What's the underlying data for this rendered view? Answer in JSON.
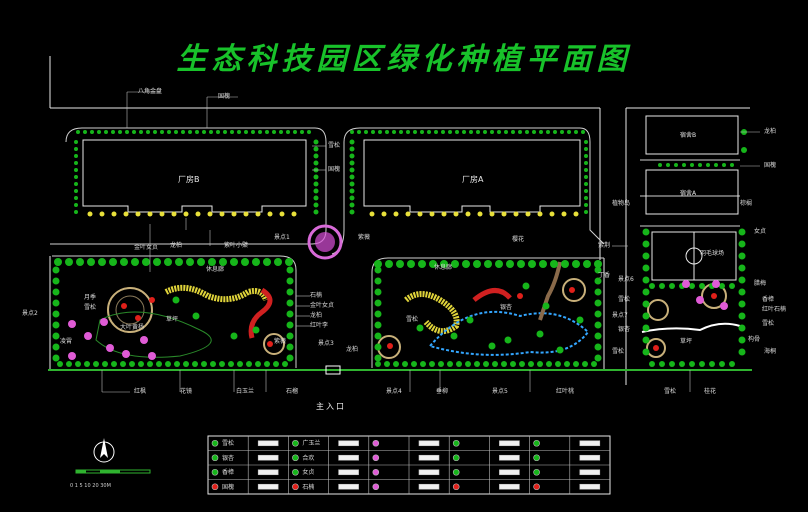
{
  "title": "生态科技园区绿化种植平面图",
  "buildings": {
    "plant_b": "厂房B",
    "plant_a": "厂房A",
    "dorm_b": "宿舍B",
    "dorm_a": "宿舍A"
  },
  "entrance": "主入口",
  "scale_ticks": "0 1 5   10      20      30M",
  "labels": {
    "l1": "八角金盘",
    "l2": "国槐",
    "l3": "雪松",
    "l4": "国槐",
    "l5": "金叶女贞",
    "l6": "龙柏",
    "l7": "紫叶小檗",
    "l8": "紫薇",
    "l9": "石楠",
    "l10": "金叶女贞",
    "l11": "龙柏",
    "l12": "红叶李",
    "l13": "景点1",
    "l14": "草坪",
    "l15": "景点2",
    "l16": "景点3",
    "l17": "月季",
    "l18": "景点4",
    "l19": "景点5",
    "l20": "景点6",
    "l21": "景点7",
    "l22": "雪松",
    "l23": "龙柏",
    "l24": "红枫",
    "l25": "花镜",
    "l26": "白玉兰",
    "l27": "石榴",
    "l28": "垂柳",
    "l29": "红叶桃",
    "l30": "樱花",
    "l31": "紫荆",
    "l32": "雪松",
    "l33": "银杏",
    "l34": "雪松",
    "l35": "龙柏",
    "l36": "国槐",
    "l37": "女贞",
    "l38": "腊梅",
    "l39": "香樟",
    "l40": "红叶石楠",
    "l41": "雪松",
    "l42": "构骨",
    "l43": "海桐",
    "l44": "桂花",
    "l45": "雪松",
    "l46": "紫薇",
    "l47": "银杏",
    "l48": "丁香",
    "l49": "凌霄",
    "l50": "棕榈",
    "l51": "大叶黄杨",
    "l52": "雪松",
    "l53": "草坪",
    "l54": "休息廊",
    "l55": "休息廊",
    "l56": "羽毛球场",
    "l57": "植物岛"
  },
  "legend_rows": [
    [
      "雪松",
      "",
      "广玉兰",
      "",
      "",
      "",
      "",
      "",
      "",
      ""
    ],
    [
      "银杏",
      "",
      "合欢",
      "",
      "",
      "",
      "",
      "",
      "",
      ""
    ],
    [
      "香樟",
      "",
      "女贞",
      "",
      "",
      "",
      "",
      "",
      "",
      ""
    ],
    [
      "国槐",
      "",
      "石楠",
      "",
      "",
      "",
      "",
      "",
      "",
      ""
    ]
  ],
  "colors": {
    "line": "#ffffff",
    "road": "#cfcfcf",
    "tree": "#16b51a",
    "title": "#18c22a",
    "flower_pink": "#e05bd6",
    "red": "#e0201a",
    "yellow": "#e8e03a",
    "water": "#33a6ff"
  }
}
